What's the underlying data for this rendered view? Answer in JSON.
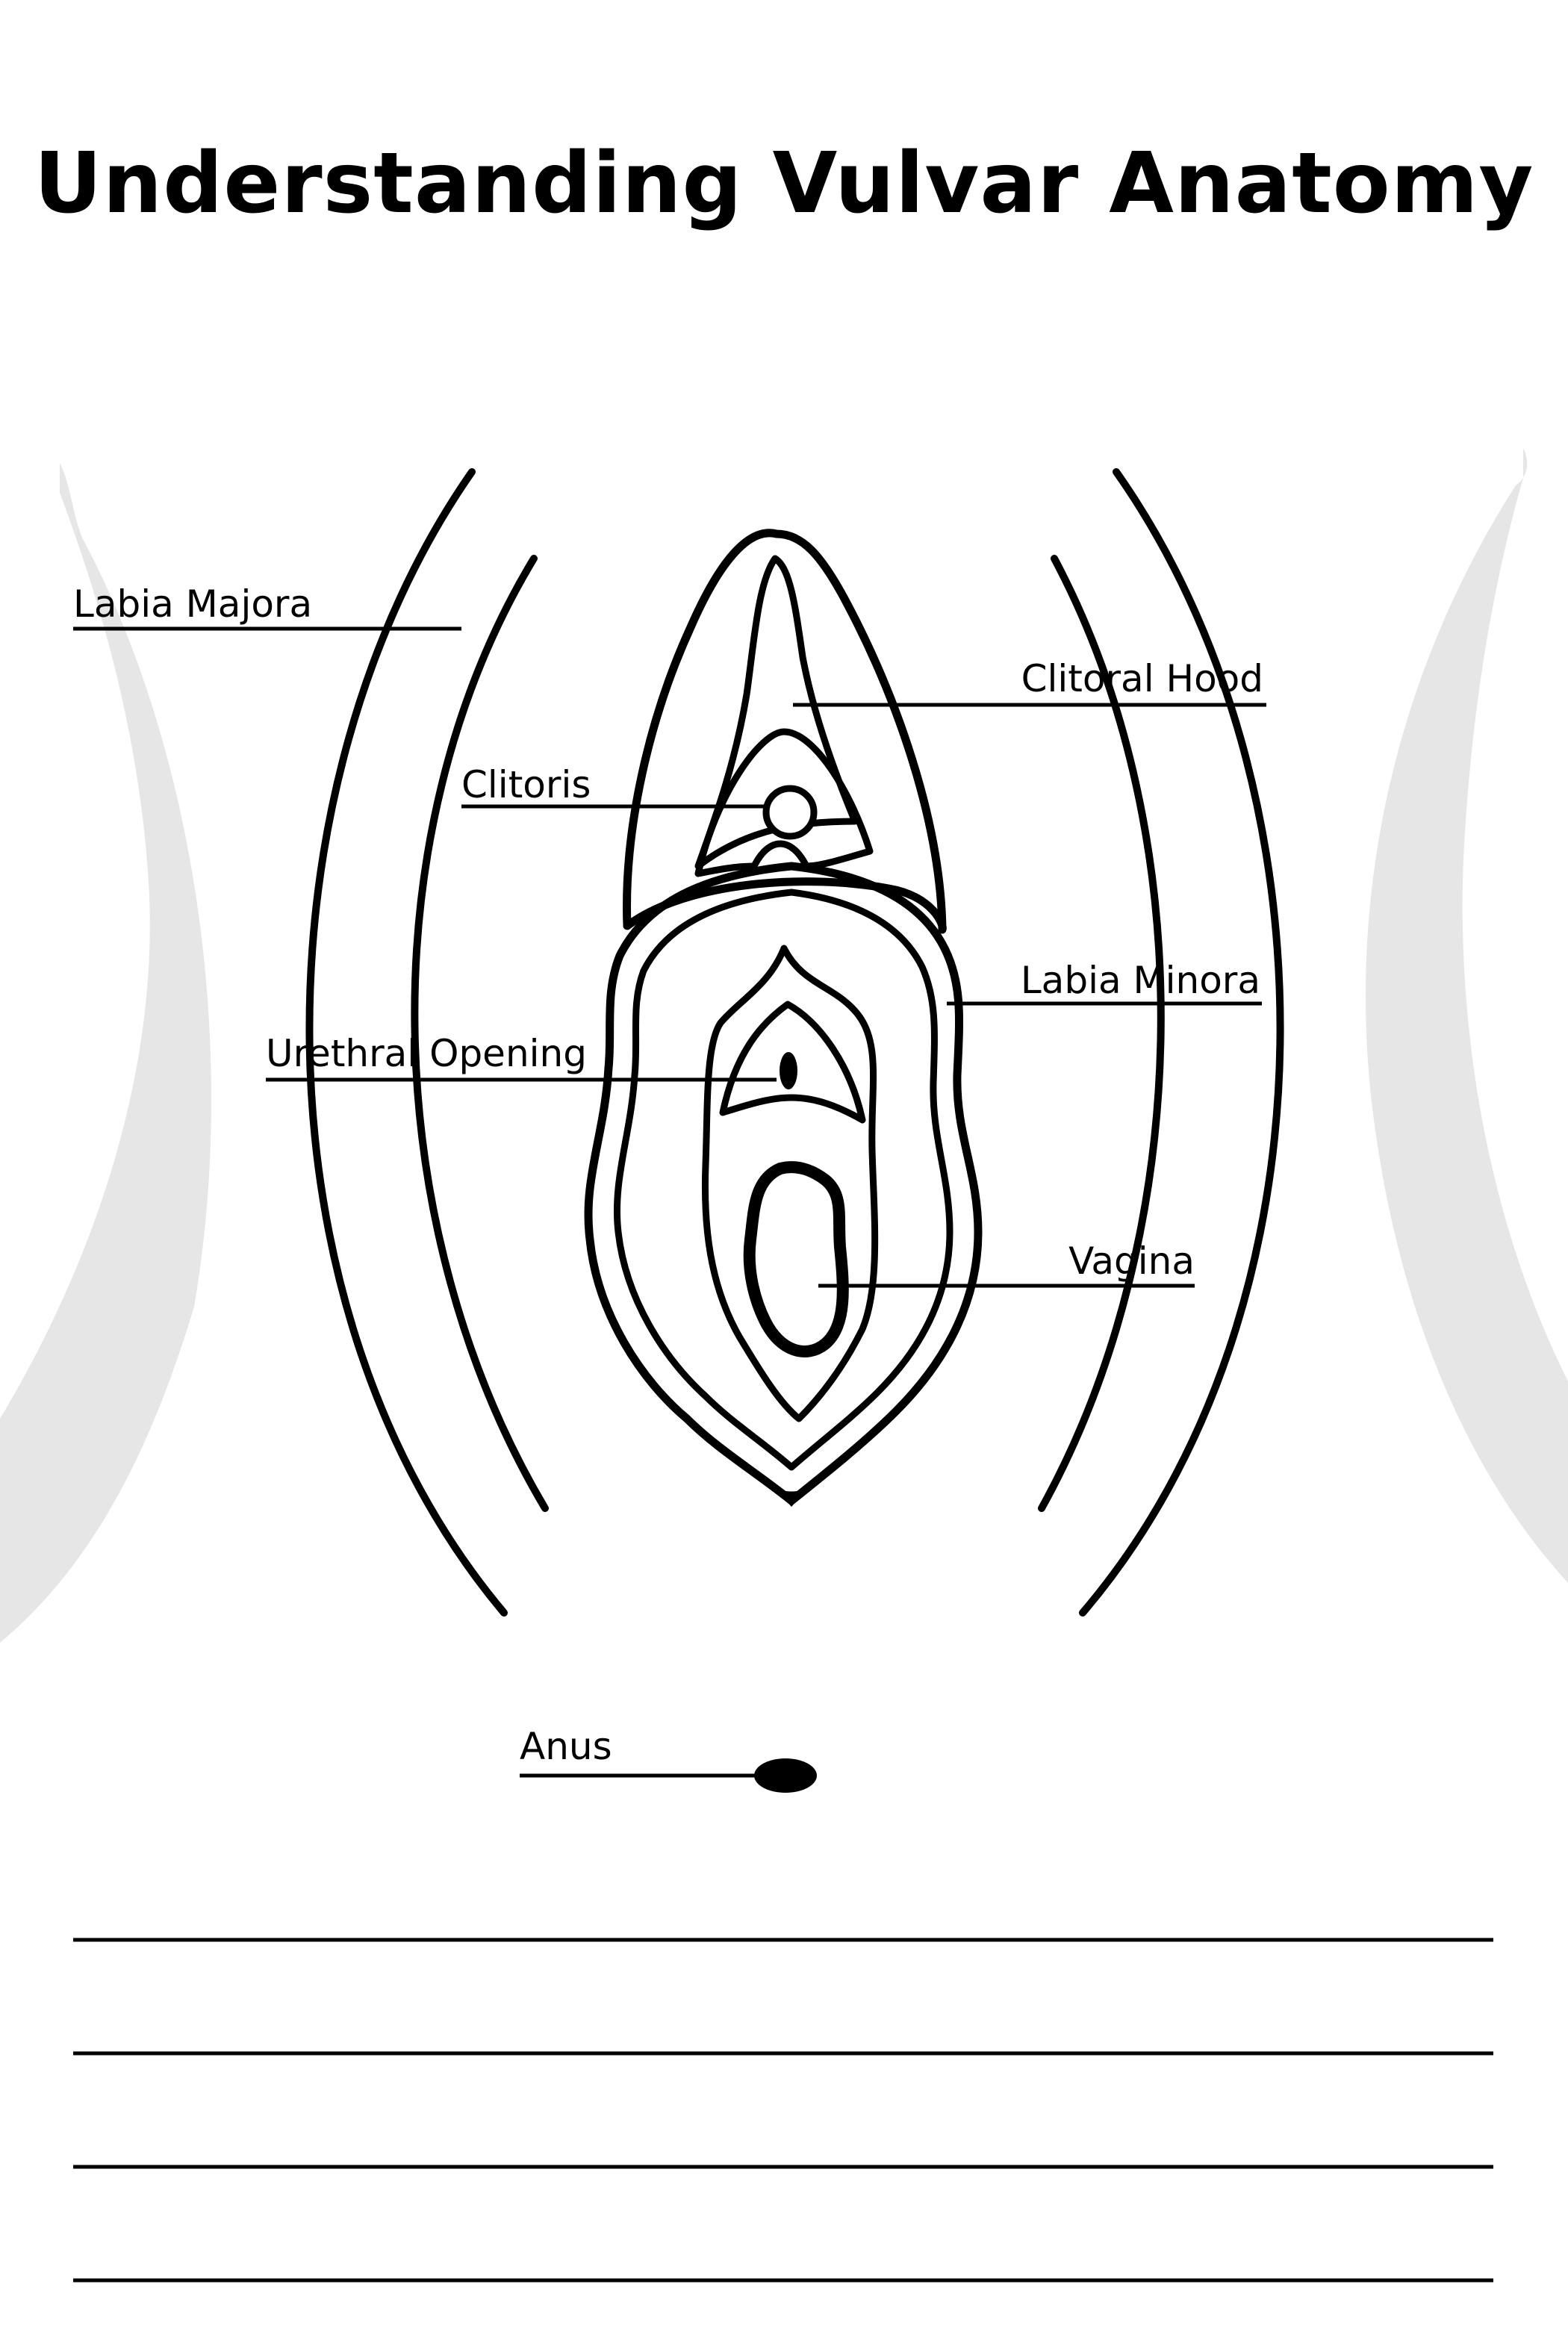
{
  "title": "Understanding Vulvar Anatomy",
  "labels": {
    "labia_majora": "Labia Majora",
    "clitoral_hood": "Clitoral Hood",
    "clitoris": "Clitoris",
    "labia_minora": "Labia Minora",
    "urethral_opening": "Urethral Opening",
    "vagina": "Vagina",
    "anus": "Anus"
  },
  "colors": {
    "ink": "#000000",
    "background": "#ffffff",
    "watermark": "#e6e6e6"
  },
  "note_lines_count": 4
}
